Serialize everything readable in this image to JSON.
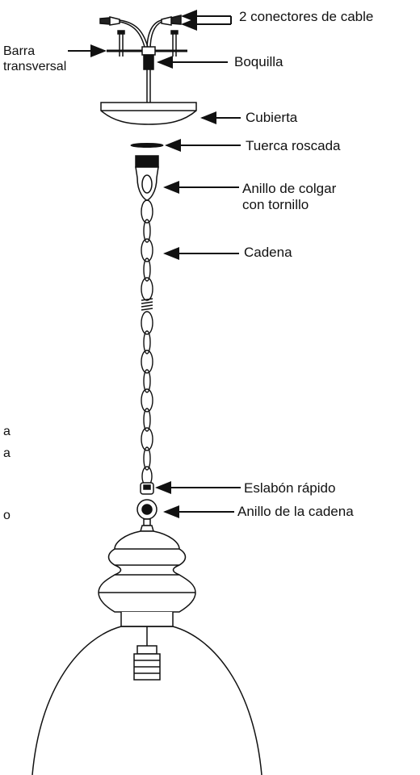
{
  "labels": {
    "cable_connectors": "2 conectores de cable",
    "crossbar": "Barra\ntransversal",
    "nipple": "Boquilla",
    "canopy": "Cubierta",
    "threaded_nut": "Tuerca roscada",
    "hanging_ring": "Anillo de colgar\ncon tornillo",
    "chain": "Cadena",
    "quick_link": "Eslabón rápido",
    "chain_ring": "Anillo de la cadena"
  },
  "cropped_text": [
    "a",
    "a",
    "o"
  ],
  "colors": {
    "ink": "#111111",
    "background": "#ffffff"
  }
}
